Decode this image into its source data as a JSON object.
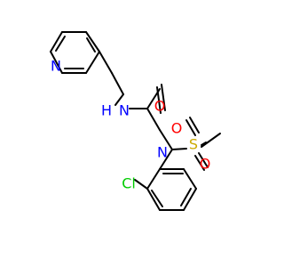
{
  "molecule": {
    "atoms": {
      "pyridine_n": {
        "label": "N",
        "color": "#0000ff"
      },
      "amide_nh": {
        "label": "H",
        "color": "#0000ff"
      },
      "amide_n": {
        "label": "N",
        "color": "#0000ff"
      },
      "carbonyl_o": {
        "label": "O",
        "color": "#ff0000"
      },
      "sulfonamide_n": {
        "label": "N",
        "color": "#0000ff"
      },
      "sulfur": {
        "label": "S",
        "color": "#ccaa00"
      },
      "sulfonyl_o1": {
        "label": "O",
        "color": "#ff0000"
      },
      "sulfonyl_o2": {
        "label": "O",
        "color": "#ff0000"
      },
      "chlorine": {
        "label": "Cl",
        "color": "#00cc00"
      }
    }
  }
}
